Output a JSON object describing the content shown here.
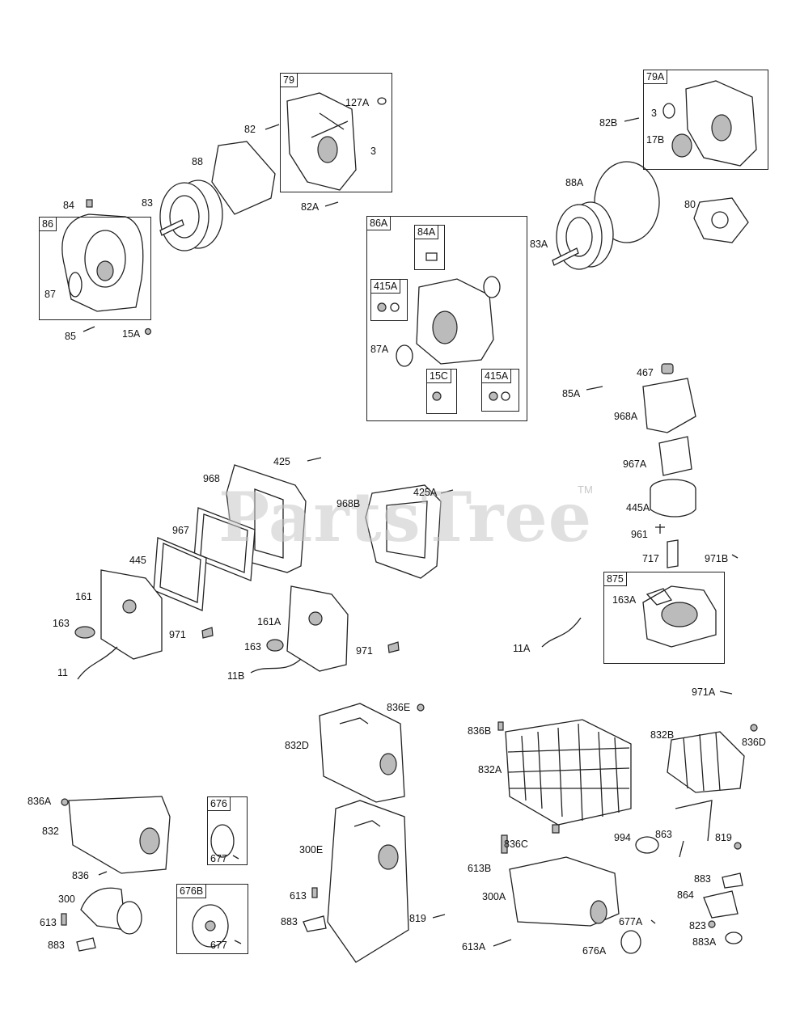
{
  "watermark": "PartsTree",
  "watermark_tm": "TM",
  "boxes": [
    "79",
    "79A",
    "86",
    "86A",
    "84A",
    "415A",
    "15C",
    "415A",
    "875",
    "676",
    "676B"
  ],
  "labels": [
    "127A",
    "82",
    "3",
    "88",
    "82A",
    "84",
    "83",
    "87",
    "85",
    "15A",
    "82B",
    "3",
    "17B",
    "88A",
    "80",
    "83A",
    "87A",
    "467",
    "85A",
    "968A",
    "967A",
    "445A",
    "961",
    "717",
    "971B",
    "163A",
    "425",
    "968",
    "968B",
    "425A",
    "967",
    "445",
    "161",
    "163",
    "971",
    "11",
    "161A",
    "163",
    "971",
    "11B",
    "11A",
    "971A",
    "836E",
    "832D",
    "836B",
    "832A",
    "832B",
    "836D",
    "836A",
    "832",
    "836",
    "300",
    "613",
    "883",
    "300E",
    "613",
    "883",
    "819",
    "836C",
    "613B",
    "300A",
    "613A",
    "676A",
    "677A",
    "863",
    "819",
    "994",
    "883",
    "864",
    "823",
    "883A",
    "677",
    "677"
  ]
}
